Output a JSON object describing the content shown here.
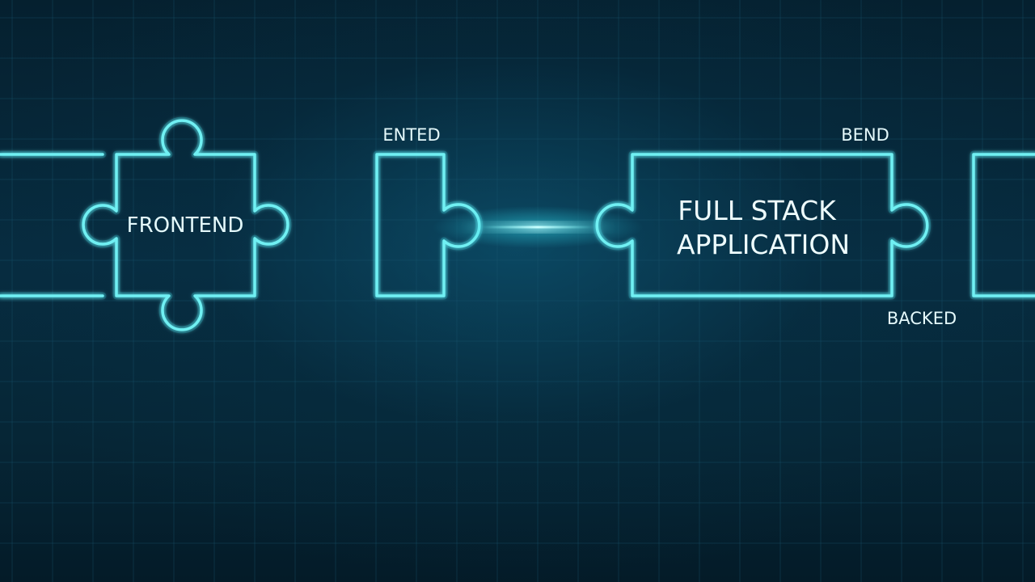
{
  "pieces": {
    "frontend": {
      "label": "FRONTEND"
    },
    "connector": {
      "label": "ENTED"
    },
    "application": {
      "label_line1": "FULL STACK",
      "label_line2": "APPLICATION"
    },
    "application_top_tag": {
      "label": "BEND"
    },
    "application_bottom_tag": {
      "label": "BACKED"
    }
  },
  "colors": {
    "background": "#05202f",
    "outline": "#6ff0f3",
    "glow": "#2fd6e6",
    "text": "#e4f9fb"
  }
}
